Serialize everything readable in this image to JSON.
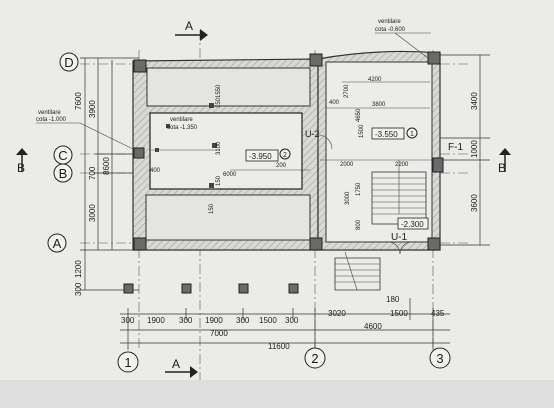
{
  "axes": {
    "A": "A",
    "B": "B",
    "C": "C",
    "D": "D",
    "n1": "1",
    "n2": "2",
    "n3": "3"
  },
  "section_marks": {
    "top": "A",
    "bottom": "A",
    "left": "B",
    "right": "B"
  },
  "vents": {
    "right_label": "ventilare",
    "right_cota": "cota -0.600",
    "left_label": "ventilare",
    "left_cota": "cota -1.000",
    "inner_label": "ventilare",
    "inner_cota": "cota -1.350"
  },
  "levels": {
    "center": "-3.950",
    "center_num": "2",
    "right": "-3.550",
    "right_num": "1",
    "stair": "-2.300"
  },
  "doors": {
    "u2": "U-2",
    "u1": "U-1",
    "f1": "F-1"
  },
  "left_dims": {
    "d7600": "7600",
    "d3900": "3900",
    "d700": "700",
    "d3000": "3000",
    "d8600": "8600",
    "d300": "300",
    "d1200": "1200"
  },
  "right_dims": {
    "d3400": "3400",
    "d1000": "1000",
    "d3600": "3600"
  },
  "inner_dims": {
    "d4200": "4200",
    "d3800": "3800",
    "d2700": "2700",
    "d400": "400",
    "d4650": "4650",
    "d1550": "1550",
    "d3100": "3100",
    "d150a": "150",
    "d150b": "150",
    "d150c": "150",
    "d400b": "400",
    "d6000": "6000",
    "d200": "200",
    "d2000": "2000",
    "d2200": "2200",
    "d1750": "1750",
    "d3000b": "3000",
    "d1500v": "1500",
    "d800": "800",
    "d180": "180"
  },
  "bottom_dims": {
    "row1": [
      "300",
      "1900",
      "300",
      "1900",
      "300",
      "1500",
      "300",
      "3020",
      "1500",
      "435"
    ],
    "row2_a": "7000",
    "row2_b": "4600",
    "total": "11600"
  }
}
